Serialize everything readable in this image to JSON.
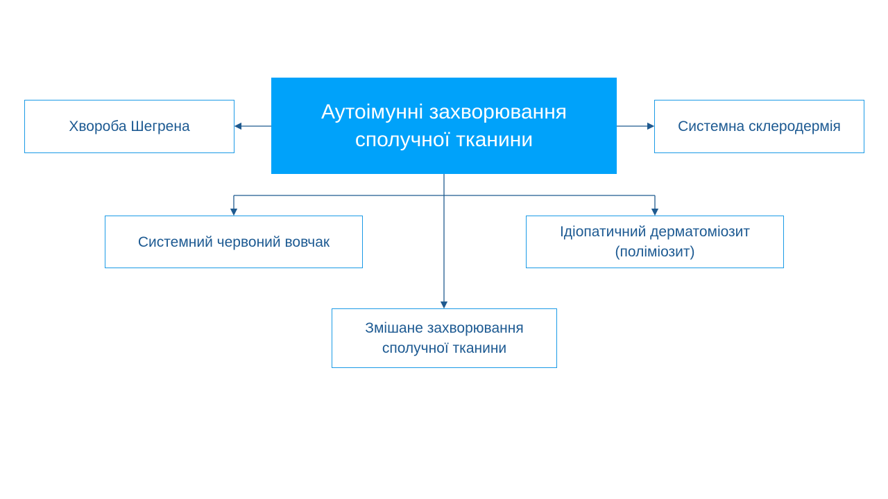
{
  "main": {
    "line1": "Аутоімунні захворювання",
    "line2": "сполучної тканини"
  },
  "nodes": {
    "sjogren": "Хвороба Шегрена",
    "scleroderma": "Системна склеродермія",
    "lupus": "Системний червоний вовчак",
    "dermatomyositis_1": "Ідіопатичний дерматоміозит",
    "dermatomyositis_2": "(поліміозит)",
    "mixed_1": "Змішане захворювання",
    "mixed_2": "сполучної тканини"
  },
  "colors": {
    "main_fill": "#00a2fa",
    "border": "#1a9ae6",
    "text": "#1d5a92",
    "connector": "#1f5a8f"
  }
}
